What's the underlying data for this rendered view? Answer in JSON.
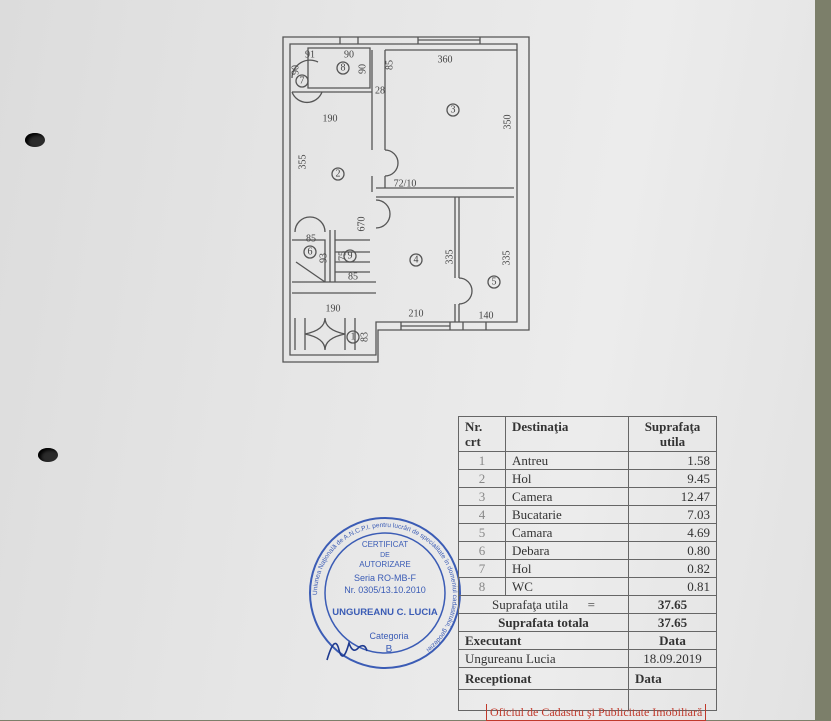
{
  "floor_plan": {
    "rooms": [
      {
        "nr": "1"
      },
      {
        "nr": "2"
      },
      {
        "nr": "3"
      },
      {
        "nr": "4"
      },
      {
        "nr": "5"
      },
      {
        "nr": "6"
      },
      {
        "nr": "7"
      },
      {
        "nr": "8"
      },
      {
        "nr": "9"
      }
    ],
    "dimensions": {
      "d91": "91",
      "d90a": "90",
      "d90b": "90",
      "d90c": "90",
      "d85a": "85",
      "d360": "360",
      "d28": "28",
      "d190a": "190",
      "d350": "350",
      "d355": "355",
      "d72_10": "72/10",
      "d670": "670",
      "d85b": "85",
      "d93": "93",
      "d75": "75",
      "d85c": "85",
      "d335a": "335",
      "d335b": "335",
      "d190b": "190",
      "d83": "83",
      "d210": "210",
      "d140": "140"
    }
  },
  "table": {
    "header": {
      "nr": "Nr.\ncrt",
      "destinatia": "Destinaţia",
      "suprafata": "Suprafaţa\nutila"
    },
    "rows": [
      {
        "nr": "1",
        "name": "Antreu",
        "area": "1.58"
      },
      {
        "nr": "2",
        "name": "Hol",
        "area": "9.45"
      },
      {
        "nr": "3",
        "name": "Camera",
        "area": "12.47"
      },
      {
        "nr": "4",
        "name": "Bucatarie",
        "area": "7.03"
      },
      {
        "nr": "5",
        "name": "Camara",
        "area": "4.69"
      },
      {
        "nr": "6",
        "name": "Debara",
        "area": "0.80"
      },
      {
        "nr": "7",
        "name": "Hol",
        "area": "0.82"
      },
      {
        "nr": "8",
        "name": "WC",
        "area": "0.81"
      }
    ],
    "suprafata_utila_label": "Suprafaţa utila",
    "equals": "=",
    "suprafata_utila": "37.65",
    "suprafata_totala_label": "Suprafata totala",
    "suprafata_totala": "37.65",
    "executant_label": "Executant",
    "data_label": "Data",
    "executant": "Ungureanu Lucia",
    "executant_date": "18.09.2019",
    "receptionat_label": "Receptionat",
    "receptionat_data_label": "Data"
  },
  "stamp": {
    "line1": "CERTIFICAT",
    "line2": "DE",
    "line3": "AUTORIZARE",
    "line4": "Seria RO-MB-F",
    "line5": "Nr. 0305/13.10.2010",
    "name": "UNGUREANU C. LUCIA",
    "category_label": "Categoria",
    "category": "B",
    "ring": "Uniunea Naţională de A.N.C.P.I. pentru lucrări de specialitate în domeniul cadastrului, geodeziei"
  },
  "footer": {
    "office": "Oficiul de Cadastru şi Publicitate Imobiliară"
  },
  "colors": {
    "stamp": "#3b5cb5",
    "office": "#c0392b",
    "carpet": "#7c7f6a"
  }
}
